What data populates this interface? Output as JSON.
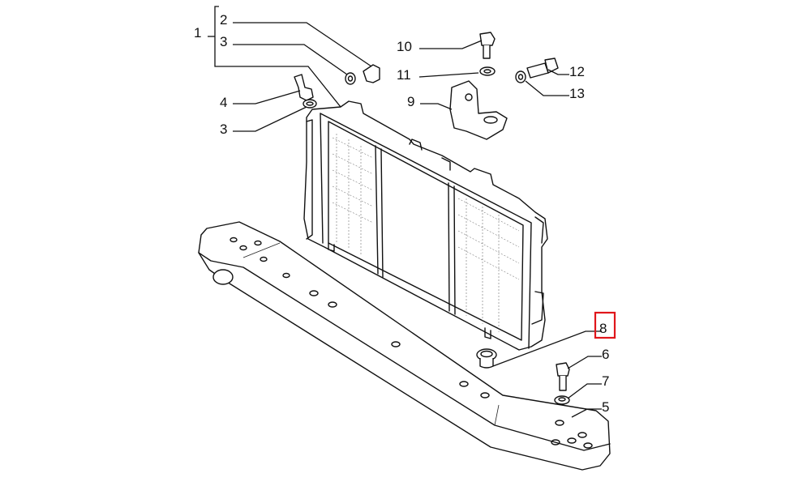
{
  "diagram": {
    "labels": {
      "group_1": "1",
      "part_2": "2",
      "part_3_top": "3",
      "part_4": "4",
      "part_3_bottom": "3",
      "part_5": "5",
      "part_6": "6",
      "part_7": "7",
      "part_8": "8",
      "part_9": "9",
      "part_10": "10",
      "part_11": "11",
      "part_12": "12",
      "part_13": "13"
    },
    "highlighted_part": "8",
    "highlight_color": "#e0161b"
  }
}
